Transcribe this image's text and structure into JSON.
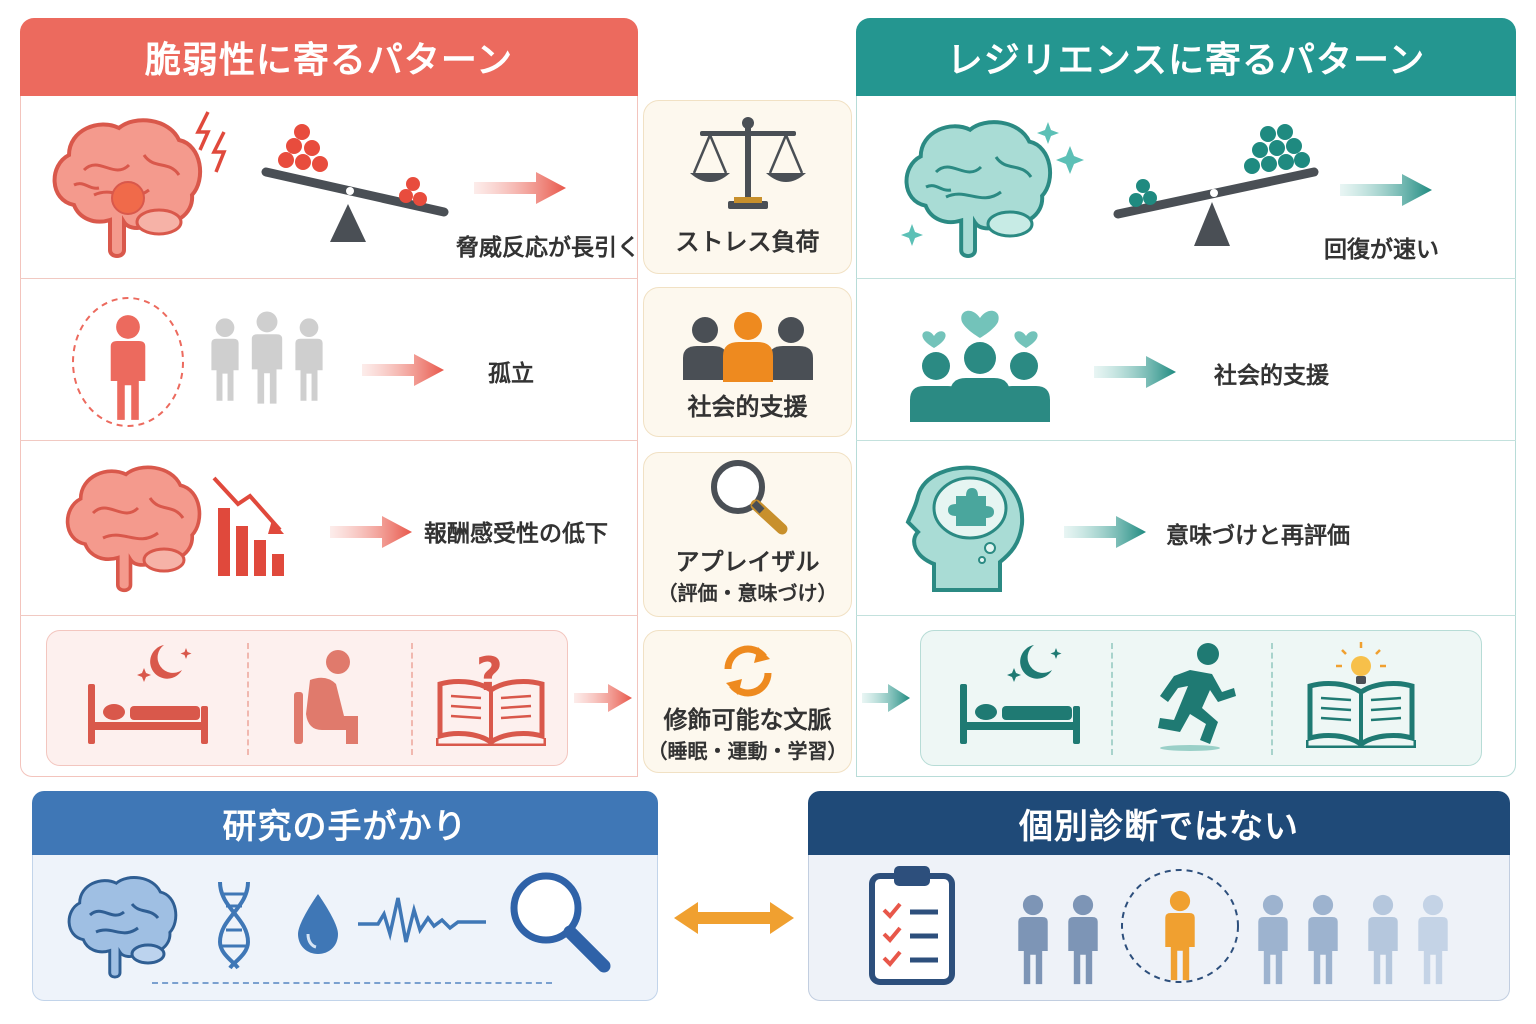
{
  "left_header": "脆弱性に寄るパターン",
  "right_header": "レジリエンスに寄るパターン",
  "center": {
    "stress_load": "ストレス負荷",
    "social_support": "社会的支援",
    "appraisal": "アプレイザル",
    "appraisal_sub": "（評価・意味づけ）",
    "modifiable_context": "修飾可能な文脈",
    "modifiable_context_sub": "（睡眠・運動・学習）"
  },
  "left": {
    "threat_response": "脅威反応が長引く",
    "isolation": "孤立",
    "reward_sensitivity": "報酬感受性の低下"
  },
  "right": {
    "recovery": "回復が速い",
    "social_support": "社会的支援",
    "meaning_reappraisal": "意味づけと再評価"
  },
  "bottom_left_header": "研究の手がかり",
  "bottom_right_header": "個別診断ではない",
  "colors": {
    "vulnerability": "#ec6a5e",
    "resilience": "#249690",
    "research": "#3f77b6",
    "not_diagnosis": "#1f4a78",
    "accent": "#f0a030"
  },
  "icons": {
    "brain": "brain-icon",
    "seesaw": "seesaw-icon",
    "scale": "balance-scale-icon",
    "people": "people-icon",
    "magnifier": "magnifier-icon",
    "cycle": "cycle-arrows-icon",
    "bed": "bed-icon",
    "book": "book-icon",
    "dna": "dna-icon",
    "drop": "drop-icon",
    "waveform": "waveform-icon",
    "clipboard": "clipboard-icon"
  }
}
